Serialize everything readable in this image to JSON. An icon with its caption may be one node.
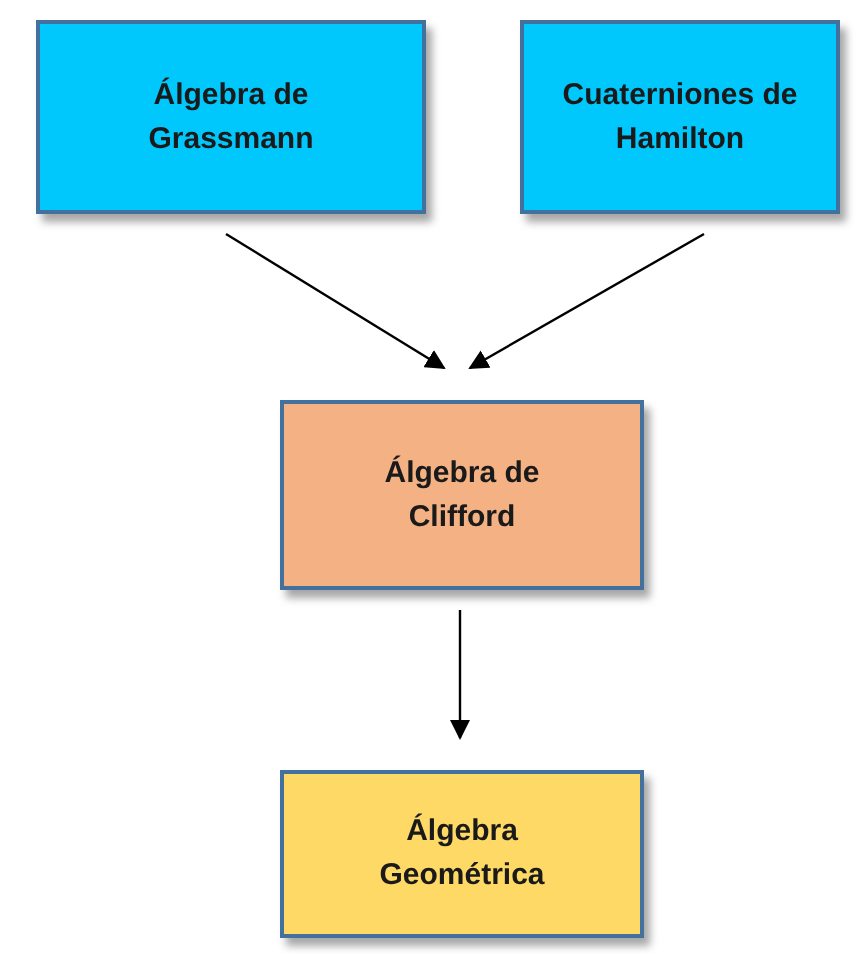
{
  "diagram": {
    "nodes": [
      {
        "text": [
          "Álgebra de Grassmann"
        ]
      },
      {
        "text": [
          "Cuaterniones de Hamilton"
        ]
      },
      {
        "text": [
          "Álgebra de Clifford"
        ]
      },
      {
        "text": [
          "Álgebra Geométrica"
        ]
      }
    ],
    "edges": [
      {
        "from": 0,
        "to": 2,
        "arrow": "to"
      },
      {
        "from": 1,
        "to": 2,
        "arrow": "to"
      },
      {
        "from": 2,
        "to": 3,
        "arrow": "to"
      }
    ]
  }
}
